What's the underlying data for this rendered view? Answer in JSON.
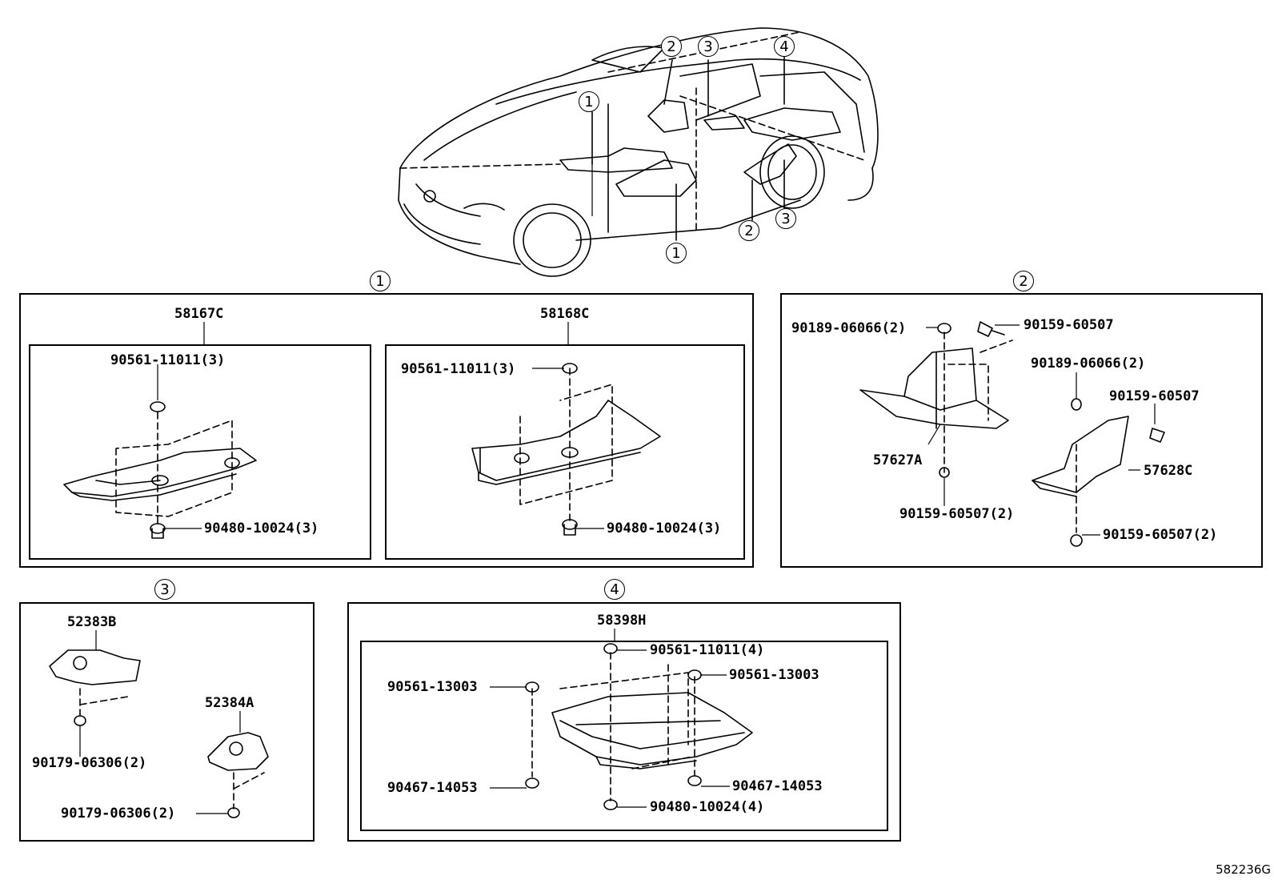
{
  "callouts": {
    "c1": "1",
    "c2": "2",
    "c3": "3",
    "c4": "4"
  },
  "group1": {
    "left": {
      "part": "58167C",
      "nut": "90561-11011(3)",
      "clip": "90480-10024(3)"
    },
    "right": {
      "part": "58168C",
      "nut": "90561-11011(3)",
      "clip": "90480-10024(3)"
    }
  },
  "group2": {
    "a_bolt": "90189-06066(2)",
    "a_screw": "90159-60507",
    "b_bolt": "90189-06066(2)",
    "b_screw": "90159-60507",
    "part_a": "57627A",
    "part_b": "57628C",
    "a_lower": "90159-60507(2)",
    "b_lower": "90159-60507(2)"
  },
  "group3": {
    "part_a": "52383B",
    "fastener_a": "90179-06306(2)",
    "part_b": "52384A",
    "fastener_b": "90179-06306(2)"
  },
  "group4": {
    "part": "58398H",
    "nut_top": "90561-11011(4)",
    "nut_left": "90561-13003",
    "nut_right": "90561-13003",
    "clip_left": "90467-14053",
    "clip_right": "90467-14053",
    "clip_bottom": "90480-10024(4)"
  },
  "figure_code": "582236G"
}
